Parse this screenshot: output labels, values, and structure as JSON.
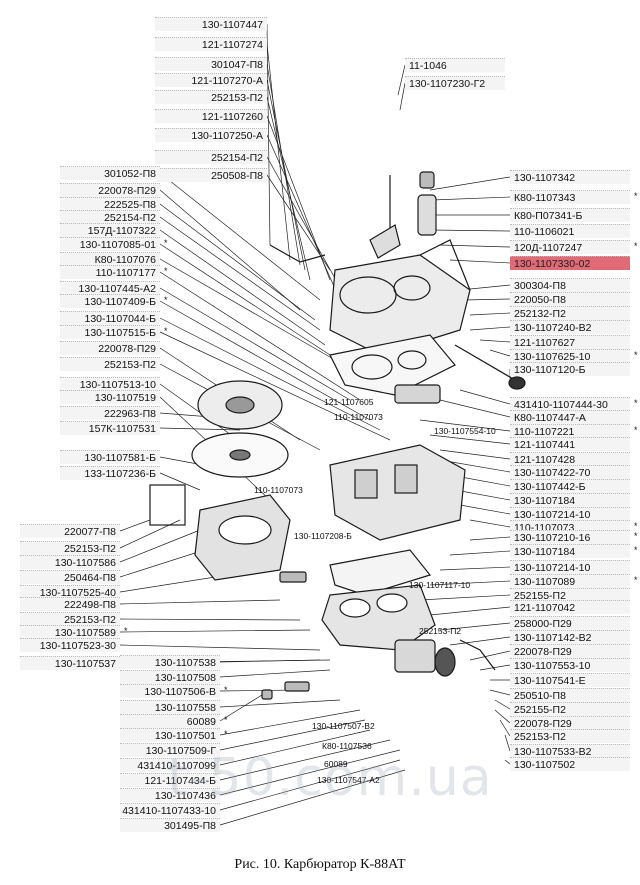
{
  "labels_left": [
    {
      "text": "130-1107447",
      "star": false
    },
    {
      "text": "121-1107274",
      "star": false
    },
    {
      "text": "301047-П8",
      "star": false
    },
    {
      "text": "121-1107270-А",
      "star": false
    },
    {
      "text": "252153-П2",
      "star": false
    },
    {
      "text": "121-1107260",
      "star": false
    },
    {
      "text": "130-1107250-А",
      "star": false
    },
    {
      "text": "252154-П2",
      "star": false
    },
    {
      "text": "250508-П8",
      "star": false
    },
    {
      "text": "301052-П8",
      "star": false
    },
    {
      "text": "220078-П29",
      "star": false
    },
    {
      "text": "222525-П8",
      "star": false
    },
    {
      "text": "252154-П2",
      "star": false
    },
    {
      "text": "157Д-1107322",
      "star": false
    },
    {
      "text": "130-1107085-01",
      "star": true
    },
    {
      "text": "К80-1107076",
      "star": false
    },
    {
      "text": "110-1107177",
      "star": true
    },
    {
      "text": "130-1107445-А2",
      "star": false
    },
    {
      "text": "130-1107409-Б",
      "star": true
    },
    {
      "text": "130-1107044-Б",
      "star": false
    },
    {
      "text": "130-1107515-Б",
      "star": true
    },
    {
      "text": "220078-П29",
      "star": false
    },
    {
      "text": "252153-П2",
      "star": false
    },
    {
      "text": "130-1107513-10",
      "star": false
    },
    {
      "text": "130-1107519",
      "star": false
    },
    {
      "text": "222963-П8",
      "star": false
    },
    {
      "text": "157К-1107531",
      "star": false
    },
    {
      "text": "130-1107581-Б",
      "star": false
    },
    {
      "text": "133-1107236-Б",
      "star": false
    },
    {
      "text": "220077-П8",
      "star": false
    },
    {
      "text": "252153-П2",
      "star": false
    },
    {
      "text": "130-1107586",
      "star": false
    },
    {
      "text": "250464-П8",
      "star": false
    },
    {
      "text": "130-1107525-40",
      "star": false
    },
    {
      "text": "222498-П8",
      "star": false
    },
    {
      "text": "252153-П2",
      "star": false
    },
    {
      "text": "130-1107589",
      "star": true
    },
    {
      "text": "130-1107523-30",
      "star": false
    },
    {
      "text": "130-1107537",
      "star": false
    }
  ],
  "labels_bottom": [
    {
      "text": "130-1107538",
      "star": false
    },
    {
      "text": "130-1107508",
      "star": false
    },
    {
      "text": "130-1107506-В",
      "star": true
    },
    {
      "text": "130-1107558",
      "star": false
    },
    {
      "text": "60089",
      "star": true
    },
    {
      "text": "130-1107501",
      "star": true
    },
    {
      "text": "130-1107509-Г",
      "star": false
    },
    {
      "text": "431410-1107099",
      "star": false
    },
    {
      "text": "121-1107434-Б",
      "star": false
    },
    {
      "text": "130-1107436",
      "star": false
    },
    {
      "text": "431410-1107433-10",
      "star": false
    },
    {
      "text": "301495-П8",
      "star": false
    }
  ],
  "labels_right": [
    {
      "text": "11-1046",
      "star": false
    },
    {
      "text": "130-1107230-Г2",
      "star": false
    },
    {
      "text": "130-1107342",
      "star": false
    },
    {
      "text": "К80-1107343",
      "star": true
    },
    {
      "text": "К80-П07341-Б",
      "star": false
    },
    {
      "text": "110-1106021",
      "star": false
    },
    {
      "text": "120Д-1107247",
      "star": true
    },
    {
      "text": "130-1107330-02",
      "star": false,
      "highlight": true
    },
    {
      "text": "300304-П8",
      "star": false
    },
    {
      "text": "220050-П8",
      "star": false
    },
    {
      "text": "252132-П2",
      "star": false
    },
    {
      "text": "130-1107240-В2",
      "star": false
    },
    {
      "text": "121-1107627",
      "star": false
    },
    {
      "text": "130-1107625-10",
      "star": true
    },
    {
      "text": "130-1107120-Б",
      "star": false
    },
    {
      "text": "431410-1107444-30",
      "star": true
    },
    {
      "text": "К80-1107447-А",
      "star": false
    },
    {
      "text": "110-1107221",
      "star": true
    },
    {
      "text": "121-1107441",
      "star": false
    },
    {
      "text": "121-1107428",
      "star": false
    },
    {
      "text": "130-1107422-70",
      "star": false
    },
    {
      "text": "130-1107442-Б",
      "star": false
    },
    {
      "text": "130-1107184",
      "star": false
    },
    {
      "text": "130-1107214-10",
      "star": false
    },
    {
      "text": "110-1107073",
      "star": true
    },
    {
      "text": "130-1107210-16",
      "star": true
    },
    {
      "text": "130-1107184",
      "star": true
    },
    {
      "text": "130-1107214-10",
      "star": false
    },
    {
      "text": "130-1107089",
      "star": true
    },
    {
      "text": "252155-П2",
      "star": false
    },
    {
      "text": "121-1107042",
      "star": false
    },
    {
      "text": "258000-П29",
      "star": false
    },
    {
      "text": "130-1107142-В2",
      "star": false
    },
    {
      "text": "220078-П29",
      "star": false
    },
    {
      "text": "130-1107553-10",
      "star": false
    },
    {
      "text": "130-1107541-Е",
      "star": false
    },
    {
      "text": "250510-П8",
      "star": false
    },
    {
      "text": "252155-П2",
      "star": false
    },
    {
      "text": "220078-П29",
      "star": false
    },
    {
      "text": "252153-П2",
      "star": false
    },
    {
      "text": "130-1107533-В2",
      "star": false
    },
    {
      "text": "130-1107502",
      "star": false
    }
  ],
  "labels_center": [
    {
      "text": "121-1107605"
    },
    {
      "text": "110-1107073"
    },
    {
      "text": "130-1107554-10"
    },
    {
      "text": "110-1107073"
    },
    {
      "text": "130-1107208-Б"
    },
    {
      "text": "130-1107117-10"
    },
    {
      "text": "252153-П2"
    },
    {
      "text": "130-1107507-В2"
    },
    {
      "text": "К80-1107536"
    },
    {
      "text": "60089"
    },
    {
      "text": "130-1107547-А2"
    }
  ],
  "star_glyph": "*",
  "caption": "Рис. 10. Карбюратор К-88АТ",
  "watermark": "t-50.com.ua",
  "colors": {
    "highlight": "#e06a75",
    "ink": "#111111"
  }
}
